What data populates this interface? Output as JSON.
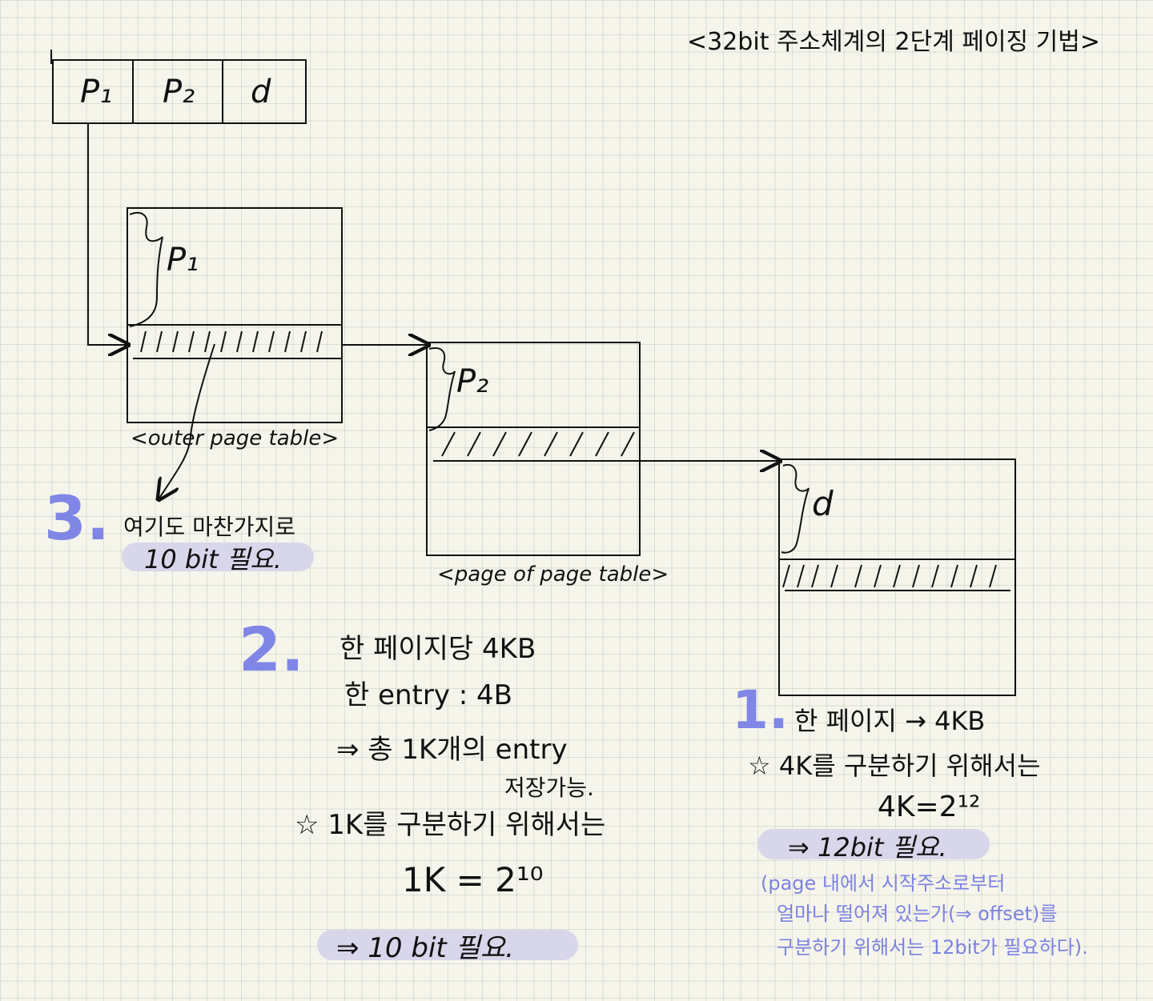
{
  "title": "<32bit 주소체계의 2단계 페이징 기법>",
  "address_fields": [
    "P₁",
    "P₂",
    "d"
  ],
  "tables": {
    "outer": {
      "index_label": "P₁",
      "caption": "<outer page table>"
    },
    "inner": {
      "index_label": "P₂",
      "caption": "<page of page table>"
    },
    "page": {
      "index_label": "d"
    }
  },
  "notes": {
    "note1": {
      "number": "1.",
      "lines": [
        "한 페이지 → 4KB",
        "☆ 4K를 구분하기 위해서는",
        "4K=2¹²"
      ],
      "highlight": "⇒ 12bit 필요.",
      "blue_lines": [
        "(page 내에서 시작주소로부터",
        "얼마나 떨어져 있는가(⇒ offset)를",
        "구분하기 위해서는 12bit가 필요하다)."
      ]
    },
    "note2": {
      "number": "2.",
      "lines": [
        "한 페이지당 4KB",
        "한 entry : 4B",
        "⇒ 총 1K개의 entry",
        "저장가능.",
        "☆ 1K를 구분하기 위해서는",
        "1K = 2¹⁰"
      ],
      "highlight": "⇒ 10 bit 필요."
    },
    "note3": {
      "number": "3.",
      "line": "여기도 마찬가지로",
      "highlight": "10 bit 필요."
    }
  },
  "colors": {
    "ink": "#111111",
    "accent_blue": "#7f86e6",
    "highlight": "#d8d6ea",
    "paper": "#f6f5ec"
  }
}
